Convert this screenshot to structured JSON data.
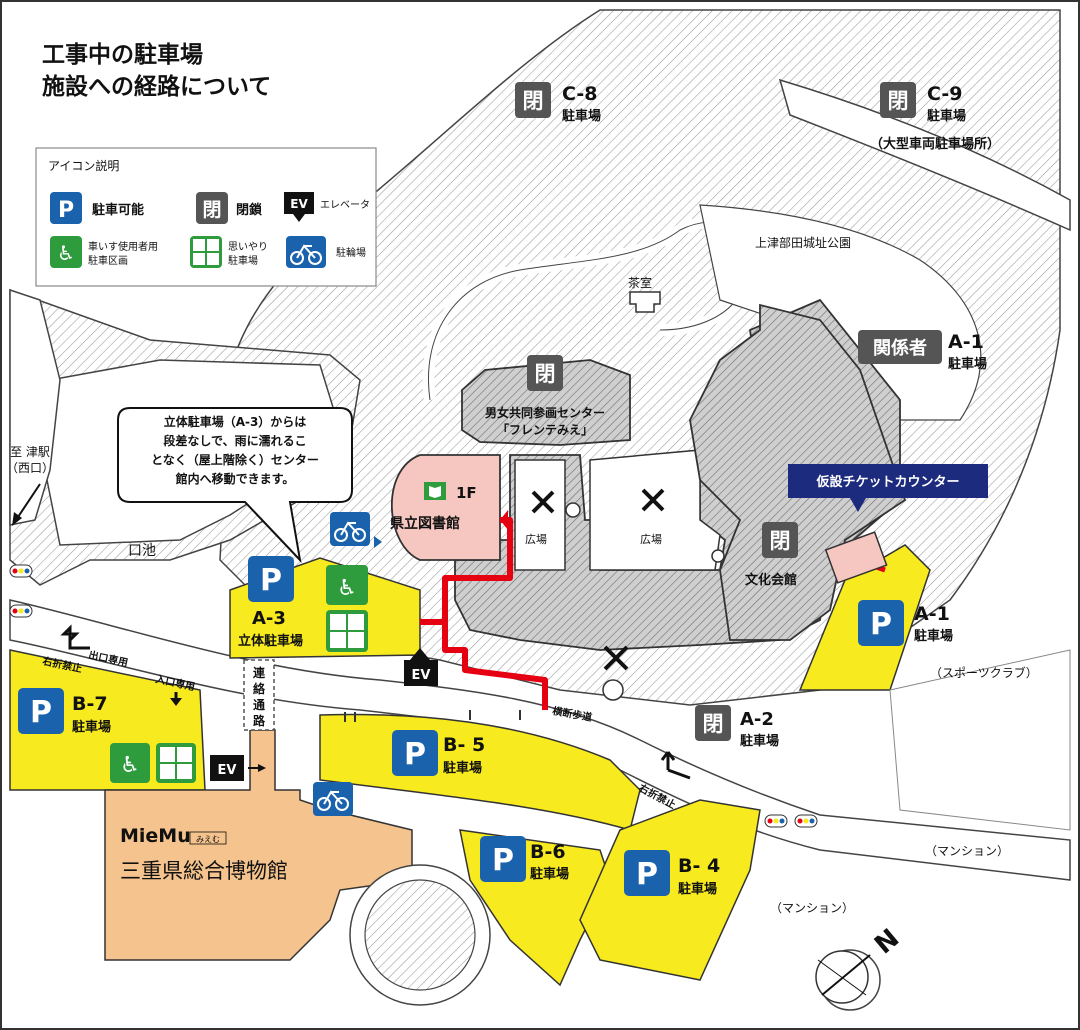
{
  "title": {
    "line1": "工事中の駐車場",
    "line2": "施設への経路について"
  },
  "legend": {
    "heading": "アイコン説明",
    "items": [
      {
        "icon": "parking-icon",
        "glyph": "P",
        "label": "駐車可能"
      },
      {
        "icon": "closed-icon",
        "glyph": "閉",
        "label": "閉鎖"
      },
      {
        "icon": "elevator-icon",
        "glyph": "EV",
        "label": "エレベータ"
      },
      {
        "icon": "wheelchair-icon",
        "label1": "車いす使用者用",
        "label2": "駐車区画"
      },
      {
        "icon": "priority-parking-icon",
        "label1": "思いやり",
        "label2": "駐車場"
      },
      {
        "icon": "bicycle-icon",
        "label": "駐輪場"
      }
    ]
  },
  "glyphs": {
    "parking": "P",
    "closed": "閉",
    "ev": "EV",
    "restriction": "関係者",
    "first_floor": "1F"
  },
  "lots": {
    "c8": {
      "id": "C-8",
      "label": "駐車場"
    },
    "c9": {
      "id": "C-9",
      "label": "駐車場",
      "note": "（大型車両駐車場所）"
    },
    "a1_staff": {
      "id": "A-1",
      "label": "駐車場"
    },
    "a1": {
      "id": "A-1",
      "label": "駐車場"
    },
    "a2": {
      "id": "A-2",
      "label": "駐車場"
    },
    "a3": {
      "id": "A-3",
      "label": "立体駐車場"
    },
    "b5": {
      "id": "B- 5",
      "label": "駐車場"
    },
    "b6": {
      "id": "B-6",
      "label": "駐車場"
    },
    "b4": {
      "id": "B- 4",
      "label": "駐車場"
    },
    "b7": {
      "id": "B-7",
      "label": "駐車場"
    }
  },
  "places": {
    "park": "上津部田城址公園",
    "teahouse": "茶室",
    "frente_line1": "男女共同参画センター",
    "frente_line2": "「フレンテみえ」",
    "library": "県立図書館",
    "plaza": "広場",
    "cultural_hall": "文化会館",
    "ticket_counter": "仮設チケットカウンター",
    "pond": "口池",
    "sports_club": "（スポーツクラブ）",
    "mansion": "（マンション）",
    "to_station_line1": "至 津駅",
    "to_station_line2": "（西口）",
    "connecting_passage": [
      "連",
      "絡",
      "通",
      "路"
    ],
    "museum_logo": "MieMu",
    "museum_logo_small": "みえむ",
    "museum_name": "三重県総合博物館",
    "crosswalk": "横断歩道",
    "no_right_turn": "右折禁止",
    "exit_only": "出口専用",
    "entrance_only": "入口専用"
  },
  "callout": {
    "lines": [
      "立体駐車場（A-3）からは",
      "段差なしで、雨に濡れるこ",
      "となく（屋上階除く）センター",
      "館内へ移動できます。"
    ]
  },
  "compass": {
    "north": "N"
  },
  "colors": {
    "parking_blue": "#1b62ad",
    "closed_gray": "#555555",
    "lot_yellow": "#f7ea1f",
    "route_red": "#e50012",
    "museum_tan": "#f5c38d",
    "green": "#2e9b3d",
    "navy": "#1c2b7d"
  }
}
